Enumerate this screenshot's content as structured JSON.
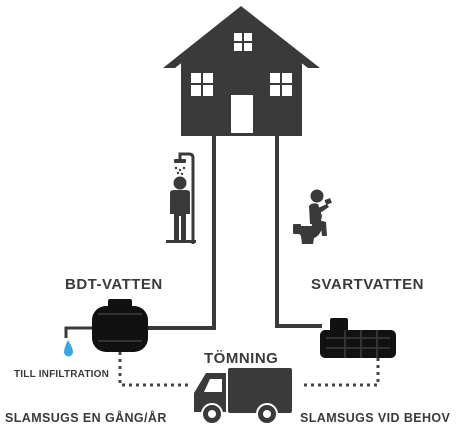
{
  "labels": {
    "grey_water": "BDT-VATTEN",
    "black_water": "SVARTVATTEN",
    "emptying": "TÖMNING",
    "infiltration": "TILL INFILTRATION",
    "suction_yearly": "SLAMSUGS EN GÅNG/ÅR",
    "suction_on_demand": "SLAMSUGS VID BEHOV"
  },
  "colors": {
    "dark": "#3a3a3a",
    "black": "#111111",
    "water_drop": "#3aa6dd",
    "white": "#ffffff"
  },
  "icons": [
    "house-icon",
    "shower-person-icon",
    "toilet-person-icon",
    "grey-water-tank-icon",
    "black-water-tank-icon",
    "truck-icon",
    "water-drop-icon"
  ]
}
